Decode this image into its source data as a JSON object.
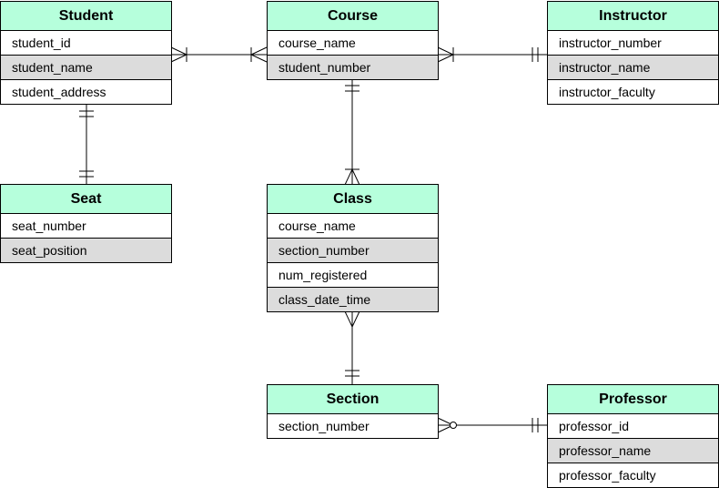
{
  "entities": {
    "student": {
      "title": "Student",
      "attributes": [
        "student_id",
        "student_name",
        "student_address"
      ]
    },
    "course": {
      "title": "Course",
      "attributes": [
        "course_name",
        "student_number"
      ]
    },
    "instructor": {
      "title": "Instructor",
      "attributes": [
        "instructor_number",
        "instructor_name",
        "instructor_faculty"
      ]
    },
    "seat": {
      "title": "Seat",
      "attributes": [
        "seat_number",
        "seat_position"
      ]
    },
    "class": {
      "title": "Class",
      "attributes": [
        "course_name",
        "section_number",
        "num_registered",
        "class_date_time"
      ]
    },
    "section": {
      "title": "Section",
      "attributes": [
        "section_number"
      ]
    },
    "professor": {
      "title": "Professor",
      "attributes": [
        "professor_id",
        "professor_name",
        "professor_faculty"
      ]
    }
  },
  "colors": {
    "header_fill": "#b6ffdc",
    "alt_row_fill": "#dcdcdc",
    "line": "#000000"
  }
}
